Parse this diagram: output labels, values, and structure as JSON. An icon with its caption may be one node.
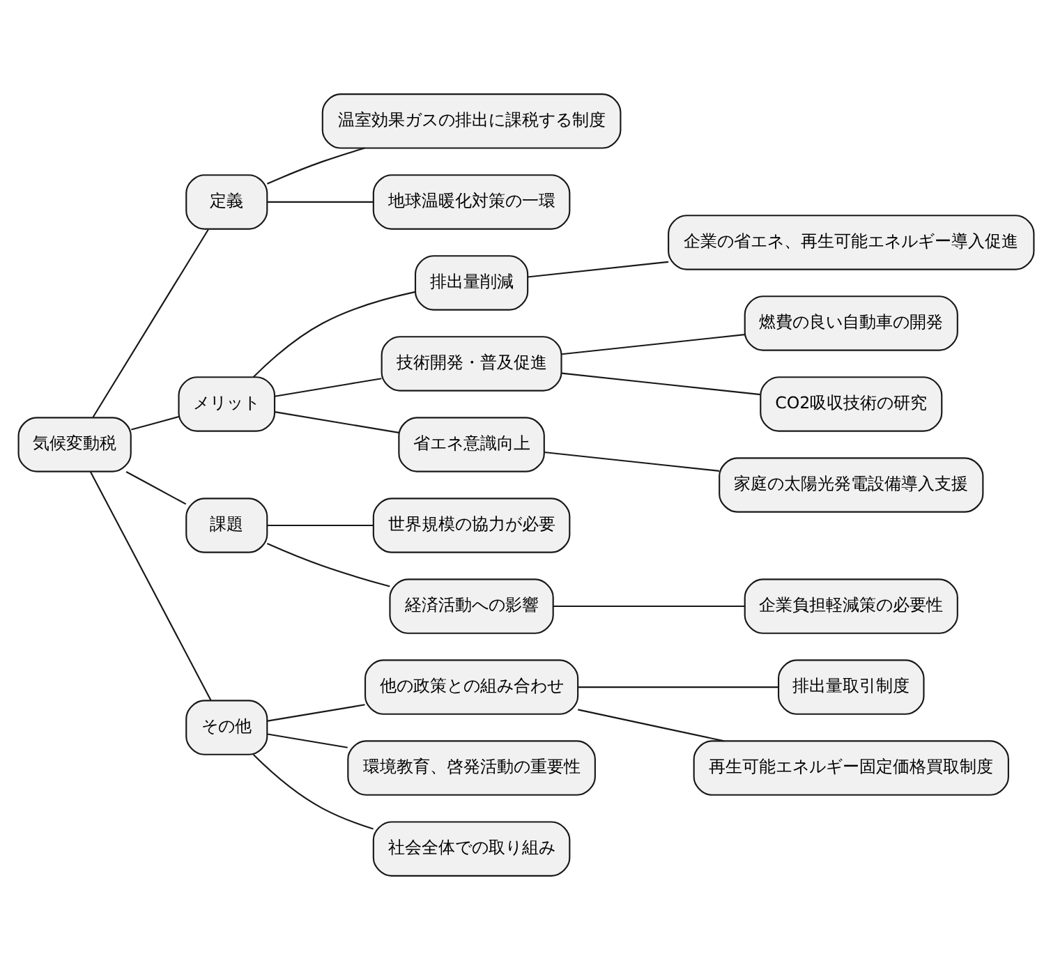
{
  "diagram": {
    "nodes": [
      {
        "text": [
          "気候変動税"
        ]
      },
      {
        "text": [
          "定義"
        ]
      },
      {
        "text": [
          "温室効果ガスの排出に課税する制度"
        ]
      },
      {
        "text": [
          "地球温暖化対策の一環"
        ]
      },
      {
        "text": [
          "メリット"
        ]
      },
      {
        "text": [
          "排出量削減"
        ]
      },
      {
        "text": [
          "企業の省エネ、再生可能エネルギー導入促進"
        ]
      },
      {
        "text": [
          "技術開発・普及促進"
        ]
      },
      {
        "text": [
          "燃費の良い自動車の開発"
        ]
      },
      {
        "text": [
          "CO2吸収技術の研究"
        ]
      },
      {
        "text": [
          "省エネ意識向上"
        ]
      },
      {
        "text": [
          "家庭の太陽光発電設備導入支援"
        ]
      },
      {
        "text": [
          "課題"
        ]
      },
      {
        "text": [
          "世界規模の協力が必要"
        ]
      },
      {
        "text": [
          "経済活動への影響"
        ]
      },
      {
        "text": [
          "企業負担軽減策の必要性"
        ]
      },
      {
        "text": [
          "その他"
        ]
      },
      {
        "text": [
          "他の政策との組み合わせ"
        ]
      },
      {
        "text": [
          "排出量取引制度"
        ]
      },
      {
        "text": [
          "再生可能エネルギー固定価格買取制度"
        ]
      },
      {
        "text": [
          "環境教育、啓発活動の重要性"
        ]
      },
      {
        "text": [
          "社会全体での取り組み"
        ]
      }
    ],
    "edges": [
      {
        "from": 0,
        "to": 1,
        "arrow": "none"
      },
      {
        "from": 1,
        "to": 2,
        "arrow": "none"
      },
      {
        "from": 1,
        "to": 3,
        "arrow": "none"
      },
      {
        "from": 0,
        "to": 4,
        "arrow": "none"
      },
      {
        "from": 4,
        "to": 5,
        "arrow": "none"
      },
      {
        "from": 5,
        "to": 6,
        "arrow": "none"
      },
      {
        "from": 4,
        "to": 7,
        "arrow": "none"
      },
      {
        "from": 7,
        "to": 8,
        "arrow": "none"
      },
      {
        "from": 7,
        "to": 9,
        "arrow": "none"
      },
      {
        "from": 4,
        "to": 10,
        "arrow": "none"
      },
      {
        "from": 10,
        "to": 11,
        "arrow": "none"
      },
      {
        "from": 0,
        "to": 12,
        "arrow": "none"
      },
      {
        "from": 12,
        "to": 13,
        "arrow": "none"
      },
      {
        "from": 12,
        "to": 14,
        "arrow": "none"
      },
      {
        "from": 14,
        "to": 15,
        "arrow": "none"
      },
      {
        "from": 0,
        "to": 16,
        "arrow": "none"
      },
      {
        "from": 16,
        "to": 17,
        "arrow": "none"
      },
      {
        "from": 17,
        "to": 18,
        "arrow": "none"
      },
      {
        "from": 17,
        "to": 19,
        "arrow": "none"
      },
      {
        "from": 16,
        "to": 20,
        "arrow": "none"
      },
      {
        "from": 16,
        "to": 21,
        "arrow": "none"
      }
    ]
  }
}
